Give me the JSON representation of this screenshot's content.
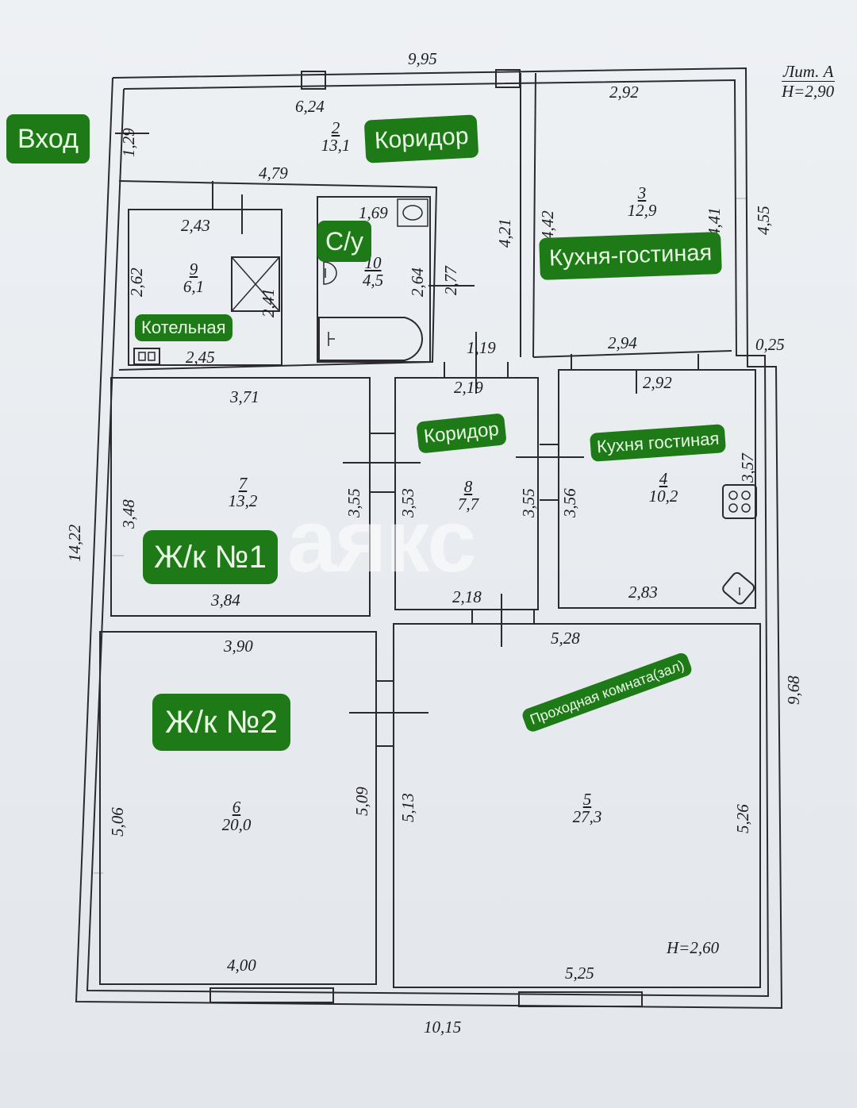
{
  "lit": {
    "line1": "Лит. А",
    "line2": "H=2,90"
  },
  "height_room5": "H=2,60",
  "rooms": [
    {
      "id": "r2",
      "num": "2",
      "area": "13,1"
    },
    {
      "id": "r3",
      "num": "3",
      "area": "12,9"
    },
    {
      "id": "r9",
      "num": "9",
      "area": "6,1"
    },
    {
      "id": "r10",
      "num": "10",
      "area": "4,5"
    },
    {
      "id": "r7",
      "num": "7",
      "area": "13,2"
    },
    {
      "id": "r8",
      "num": "8",
      "area": "7,7"
    },
    {
      "id": "r4",
      "num": "4",
      "area": "10,2"
    },
    {
      "id": "r6",
      "num": "6",
      "area": "20,0"
    },
    {
      "id": "r5",
      "num": "5",
      "area": "27,3"
    }
  ],
  "dimensions": {
    "top_total": "9,95",
    "bottom_total": "10,15",
    "left_total": "14,22",
    "r2_top": "6,24",
    "r2_entry": "1,29",
    "r2_inner": "4,79",
    "r2_right": "4,21",
    "r3_top": "2,92",
    "r3_left": "4,42",
    "r3_right": "4,41",
    "r3_bottom": "2,94",
    "right_upper": "4,55",
    "offset": "0,25",
    "r9_top": "2,43",
    "r9_left": "2,62",
    "r9_inner": "2,41",
    "r9_bottom": "2,45",
    "r10_top": "1,69",
    "r10_left": "2,64",
    "r10_right": "2,77",
    "passage": "1,19",
    "r7_top": "3,71",
    "r7_left": "3,48",
    "r7_right": "3,55",
    "r7_bottom": "3,84",
    "r8_top": "2,19",
    "r8_left": "3,53",
    "r8_right": "3,55",
    "r8_bottom": "2,18",
    "r4_top": "2,92",
    "r4_left": "3,56",
    "r4_right": "3,57",
    "r4_bottom": "2,83",
    "r6_top": "3,90",
    "r6_left": "5,06",
    "r6_right": "5,09",
    "r6_bottom": "4,00",
    "r5_top": "5,28",
    "r5_left": "5,13",
    "r5_right": "5,26",
    "r5_bottom": "5,25",
    "right_lower": "9,68"
  },
  "labels": {
    "entrance": "Вход",
    "corridor_top": "Коридор",
    "bathroom": "С/у",
    "kitchen_living_1": "Кухня-гостиная",
    "boiler_room": "Котельная",
    "corridor_mid": "Коридор",
    "kitchen_living_2": "Кухня гостиная",
    "bedroom_1": "Ж/к №1",
    "bedroom_2": "Ж/к №2",
    "walkthrough": "Проходная комната(зал)"
  },
  "watermark": "аякс",
  "colors": {
    "tag_bg": "#1d7a16",
    "tag_text": "#eafbe6",
    "ink": "#1d1d22",
    "paper": "#eaeef2"
  },
  "icons": [
    "toilet-icon",
    "sink-icon",
    "bathtub-icon",
    "stove-icon",
    "kitchen-sink-icon",
    "boiler-icon",
    "chimney-icon"
  ]
}
